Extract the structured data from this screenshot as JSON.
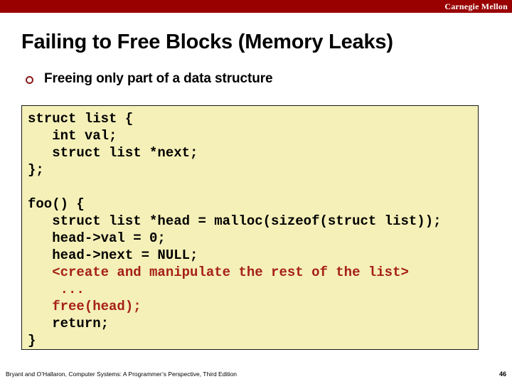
{
  "brand": {
    "name": "Carnegie Mellon",
    "bar_color": "#990000",
    "text_color": "#ffffff"
  },
  "slide": {
    "title": "Failing to Free Blocks (Memory Leaks)",
    "bullet": {
      "marker_icon": "hollow-circle-icon",
      "marker_color": "#8B1A1A",
      "label": "Freeing only part of a data structure"
    }
  },
  "code_block": {
    "background_color": "#F5F0B8",
    "border_color": "#1a1a1a",
    "default_text_color": "#000000",
    "highlight_text_color": "#A52019",
    "lines": [
      {
        "text": "struct list {",
        "color": "black"
      },
      {
        "text": "   int val;",
        "color": "black"
      },
      {
        "text": "   struct list *next;",
        "color": "black"
      },
      {
        "text": "};",
        "color": "black"
      },
      {
        "text": "",
        "color": "black"
      },
      {
        "text": "foo() {",
        "color": "black"
      },
      {
        "text": "   struct list *head = malloc(sizeof(struct list));",
        "color": "black"
      },
      {
        "text": "   head->val = 0;",
        "color": "black"
      },
      {
        "text": "   head->next = NULL;",
        "color": "black"
      },
      {
        "text": "   <create and manipulate the rest of the list>",
        "color": "red"
      },
      {
        "text": "    ...",
        "color": "red"
      },
      {
        "text": "   free(head);",
        "color": "red"
      },
      {
        "text": "   return;",
        "color": "black"
      },
      {
        "text": "}",
        "color": "black"
      }
    ]
  },
  "footer": {
    "citation": "Bryant and O’Hallaron, Computer Systems: A Programmer’s Perspective, Third Edition",
    "page_number": "46"
  }
}
